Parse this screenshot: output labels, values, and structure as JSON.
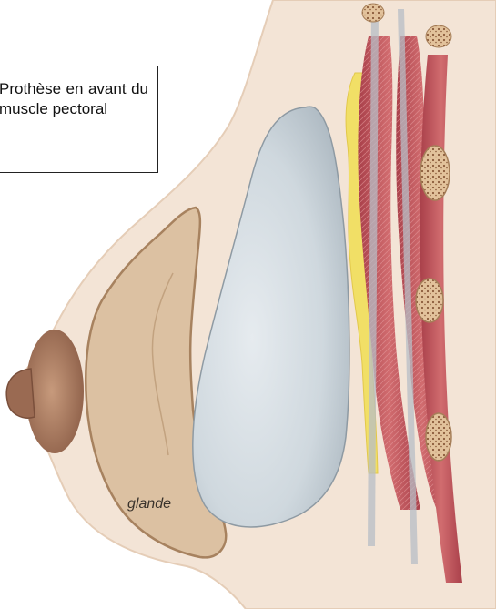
{
  "callout": {
    "text": "Prothèse en avant du muscle pectoral"
  },
  "labels": {
    "glande": "glande"
  },
  "colors": {
    "skin": "#f3e4d6",
    "gland": "#dcc1a2",
    "gland_edge": "#a7825f",
    "areola": "#b5876a",
    "implant": "#cfd8de",
    "muscle": "#c35a5e",
    "fat": "#f1df66",
    "bone": "#d9b98f",
    "sheath": "#b7bec6"
  },
  "icons": [
    "breast-cross-section-illustration"
  ]
}
